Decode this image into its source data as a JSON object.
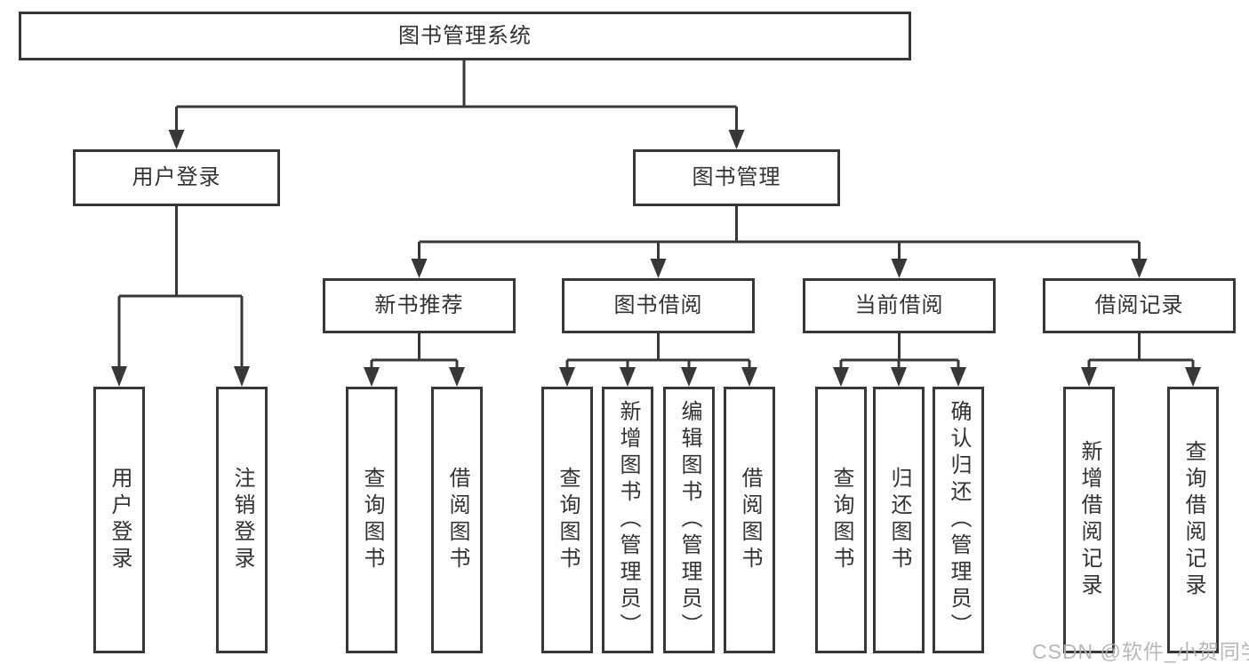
{
  "diagram": {
    "title": "图书管理系统",
    "colors": {
      "line": "#383838",
      "box_border": "#383838",
      "box_fill": "#ffffff",
      "text": "#333333",
      "watermark": "#b2b2b2"
    },
    "nodes": {
      "root": {
        "label": "图书管理系统"
      },
      "level2": [
        {
          "label": "用户登录"
        },
        {
          "label": "图书管理"
        }
      ],
      "level3": [
        {
          "label": "新书推荐",
          "parent": "图书管理"
        },
        {
          "label": "图书借阅",
          "parent": "图书管理"
        },
        {
          "label": "当前借阅",
          "parent": "图书管理"
        },
        {
          "label": "借阅记录",
          "parent": "图书管理"
        }
      ],
      "leaves": [
        {
          "label": "用户登录",
          "parent": "用户登录"
        },
        {
          "label": "注销登录",
          "parent": "用户登录"
        },
        {
          "label": "查询图书",
          "parent": "新书推荐"
        },
        {
          "label": "借阅图书",
          "parent": "新书推荐"
        },
        {
          "label": "查询图书",
          "parent": "图书借阅"
        },
        {
          "label": "新增图书（管理员）",
          "parent": "图书借阅"
        },
        {
          "label": "编辑图书（管理员）",
          "parent": "图书借阅"
        },
        {
          "label": "借阅图书",
          "parent": "图书借阅"
        },
        {
          "label": "查询图书",
          "parent": "当前借阅"
        },
        {
          "label": "归还图书",
          "parent": "当前借阅"
        },
        {
          "label": "确认归还（管理员）",
          "parent": "当前借阅"
        },
        {
          "label": "新增借阅记录",
          "parent": "借阅记录"
        },
        {
          "label": "查询借阅记录",
          "parent": "借阅记录"
        }
      ]
    }
  },
  "watermark": {
    "text": "CSDN @软件_小贺同学"
  }
}
